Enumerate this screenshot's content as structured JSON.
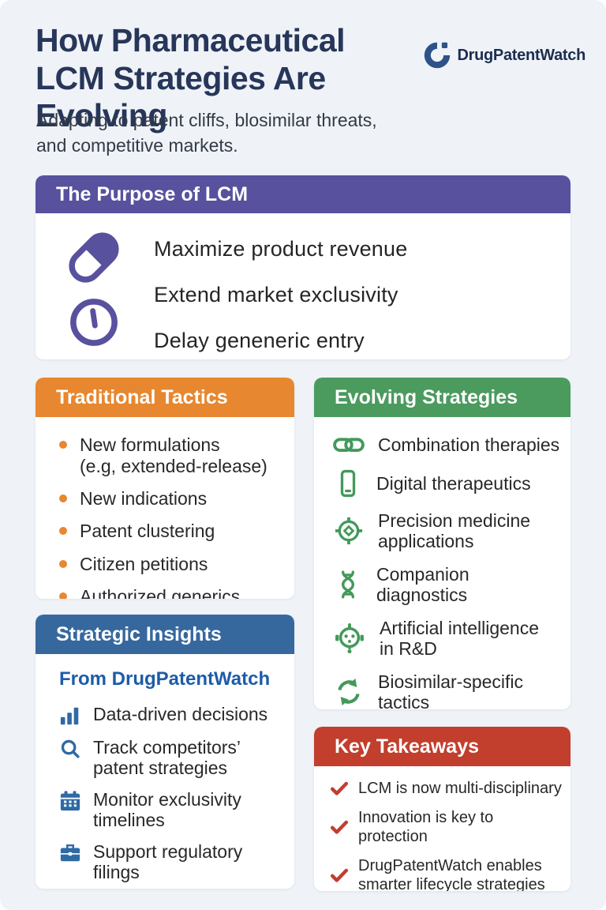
{
  "colors": {
    "background": "#EFF3F8",
    "title_navy": "#273659",
    "purple": "#57519E",
    "orange": "#E7872F",
    "green": "#4B9A5E",
    "blue": "#36689E",
    "red": "#C23E2D",
    "insights_link_blue": "#1D5CA8",
    "logo_navy": "#1C2D4F"
  },
  "header": {
    "title": "How Pharmaceutical\nLCM Strategies Are Evolving",
    "subtitle": "Adapting to patent cliffs, blosimilar threats,\nand competitive markets.",
    "logo_text": "DrugPatentWatch"
  },
  "purpose": {
    "title": "The Purpose of LCM",
    "icons": [
      "pill-icon",
      "clock-icon"
    ],
    "items": [
      "Maximize product revenue",
      "Extend market exclusivity",
      "Delay geneneric entry"
    ]
  },
  "traditional": {
    "title": "Traditional Tactics",
    "items": [
      "New formulations\n(e.g, extended-release)",
      "New indications",
      "Patent clustering",
      "Citizen petitions",
      "Authorized generics"
    ]
  },
  "evolving": {
    "title": "Evolving Strategies",
    "items": [
      {
        "icon": "chain-link-icon",
        "label": "Combination therapies"
      },
      {
        "icon": "smartphone-icon",
        "label": "Digital therapeutics"
      },
      {
        "icon": "target-icon",
        "label": "Precision medicine\napplications"
      },
      {
        "icon": "dna-icon",
        "label": "Companion diagnostics"
      },
      {
        "icon": "robot-icon",
        "label": "Artificial intelligence\nin R&D"
      },
      {
        "icon": "refresh-icon",
        "label": "Biosimilar-specific\ntactics"
      }
    ]
  },
  "insights": {
    "title": "Strategic Insights",
    "subtitle": "From DrugPatentWatch",
    "items": [
      {
        "icon": "bar-chart-icon",
        "label": "Data-driven decisions"
      },
      {
        "icon": "search-icon",
        "label": "Track competitors’\npatent strategies"
      },
      {
        "icon": "calendar-icon",
        "label": "Monitor exclusivity\ntimelines"
      },
      {
        "icon": "briefcase-icon",
        "label": "Support regulatory\nfilings"
      }
    ]
  },
  "takeaways": {
    "title": "Key Takeaways",
    "items": [
      "LCM is now multi-disciplinary",
      "Innovation is key to protection",
      "DrugPatentWatch enables\nsmarter lifecycle strategies"
    ]
  }
}
